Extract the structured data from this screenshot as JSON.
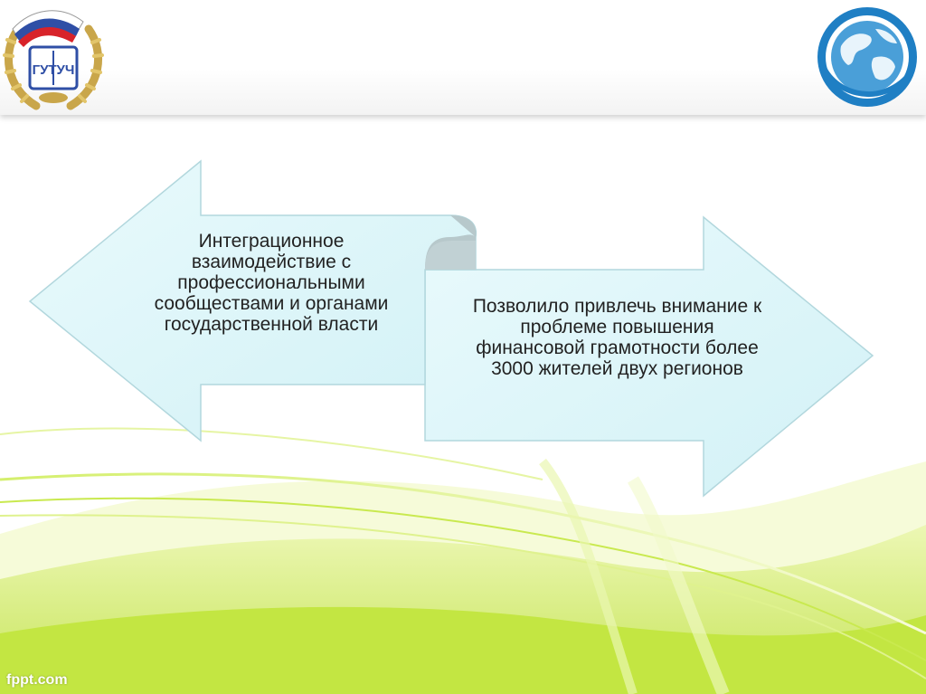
{
  "slide": {
    "left_logo": {
      "icon": "university-emblem-icon",
      "text": "ГУТУЧ"
    },
    "right_logo": {
      "icon": "globe-icon"
    },
    "diagram": {
      "left_arrow_text": "Интеграционное взаимодействие с профессиональными сообществами и органами государственной власти",
      "right_arrow_text": "Позволило привлечь внимание к проблеме повышения финансовой грамотности более 3000 жителей  двух регионов"
    },
    "footer": "fppt.com"
  },
  "colors": {
    "arrow_fill": "#dff5f8",
    "arrow_stroke": "#a9cdd3",
    "wave_green": "#c7e84a",
    "globe_blue": "#1f7fc4"
  }
}
